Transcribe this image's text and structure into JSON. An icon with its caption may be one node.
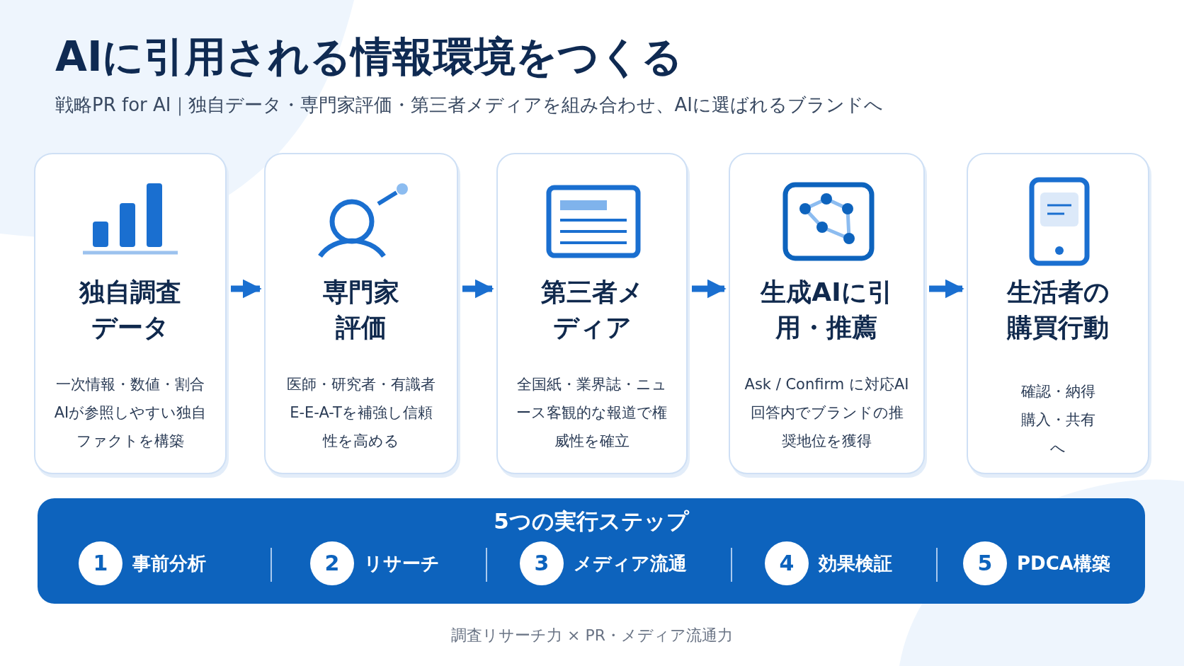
{
  "diagram": {
    "title": "AIに引用される情報環境をつくる",
    "nodes": [
      {
        "text": [
          "独自調査データ",
          "一次情報・数値・割合AIが参照しやすい独自ファクトを構築"
        ]
      },
      {
        "text": [
          "専門家評価",
          "医師・研究者・有識者E-E-A-Tを補強し信頼性を高める"
        ]
      },
      {
        "text": [
          "第三者メディア",
          "全国紙・業界誌・ニュース客観的な報道で権威性を確立"
        ]
      },
      {
        "text": [
          "生成AIに引用・推薦",
          "Ask / Confirm に対応AI回答内でブランドの推奨地位を獲得"
        ]
      },
      {
        "text": [
          "生活者の購買行動",
          "確認・納得購入・共有へ"
        ]
      },
      {
        "text": [
          "5つの実行ステップ"
        ]
      },
      {
        "text": [
          "1"
        ],
        "beside": [
          "事前分析"
        ],
        "in": 5
      },
      {
        "text": [
          "2"
        ],
        "beside": [
          "リサーチ"
        ],
        "in": 5
      },
      {
        "text": [
          "3"
        ],
        "beside": [
          "メディア流通"
        ],
        "in": 5
      },
      {
        "text": [
          "4"
        ],
        "beside": [
          "効果検証"
        ],
        "in": 5
      },
      {
        "text": [
          "5"
        ],
        "beside": [
          "PDCA構築"
        ],
        "in": 5
      }
    ],
    "edges": [
      {
        "from": 0,
        "to": 1,
        "arrow": "to"
      },
      {
        "from": 1,
        "to": 2,
        "arrow": "to"
      },
      {
        "from": 2,
        "to": 3,
        "arrow": "to"
      },
      {
        "from": 3,
        "to": 4,
        "arrow": "to"
      }
    ],
    "labels": [
      "戦略PR for AI｜独自データ・専門家評価・第三者メディアを組み合わせ、AIに選ばれるブランドへ",
      "調査リサーチ力 × PR・メディア流通力"
    ]
  }
}
